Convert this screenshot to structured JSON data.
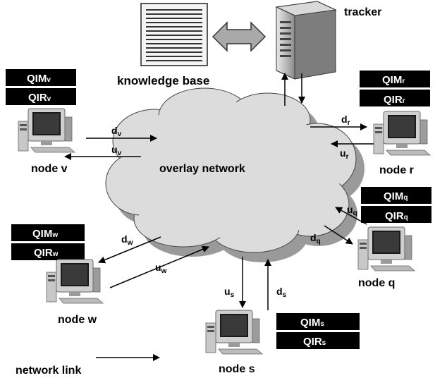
{
  "title": "",
  "labels": {
    "tracker": "tracker",
    "knowledge_base": "knowledge base",
    "overlay": "overlay network",
    "legend": "network link"
  },
  "nodes": {
    "v": {
      "label": "node v",
      "qim": "QIM",
      "qir": "QIR",
      "sub": "v"
    },
    "r": {
      "label": "node r",
      "qim": "QIM",
      "qir": "QIR",
      "sub": "r"
    },
    "q": {
      "label": "node q",
      "qim": "QIM",
      "qir": "QIR",
      "sub": "q"
    },
    "w": {
      "label": "node w",
      "qim": "QIM",
      "qir": "QIR",
      "sub": "w"
    },
    "s": {
      "label": "node s",
      "qim": "QIM",
      "qir": "QIR",
      "sub": "s"
    }
  },
  "links": {
    "d": "d",
    "u": "u"
  },
  "colors": {
    "box_fill": "#000000",
    "box_text": "#ffffff",
    "cloud_fill": "#dcdcdc",
    "cloud_shadow": "#9a9a9a"
  },
  "icons": [
    "computer-icon",
    "server-tower-icon",
    "document-icon",
    "double-arrow-icon"
  ]
}
